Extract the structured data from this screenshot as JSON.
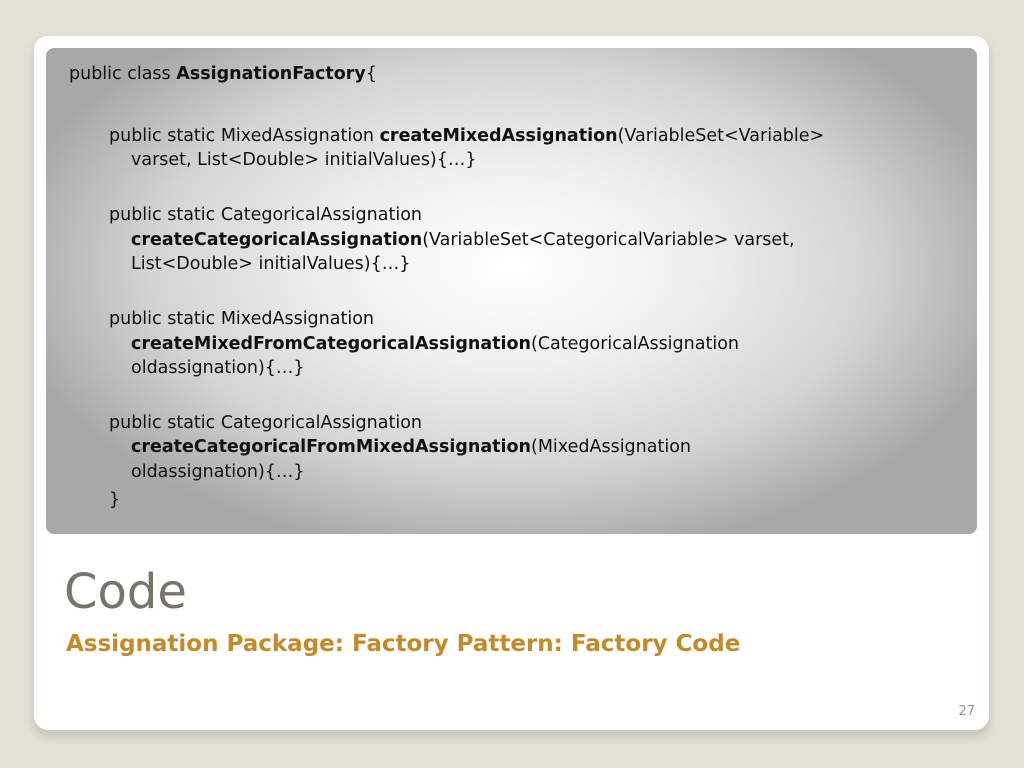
{
  "code": {
    "class_prefix": "public class ",
    "class_name": "AssignationFactory",
    "class_open": "{",
    "methods": [
      {
        "line1_prefix": "public static MixedAssignation ",
        "line1_bold": "createMixedAssignation",
        "line1_suffix": "(VariableSet<Variable>",
        "line2": "varset, List<Double> initialValues){…}"
      },
      {
        "line1": "public static CategoricalAssignation",
        "line2_bold": "createCategoricalAssignation",
        "line2_suffix": "(VariableSet<CategoricalVariable> varset,",
        "line3": "List<Double> initialValues){…}"
      },
      {
        "line1": "public static MixedAssignation",
        "line2_bold": "createMixedFromCategoricalAssignation",
        "line2_suffix": "(CategoricalAssignation",
        "line3": "oldassignation){…}"
      },
      {
        "line1": "public static CategoricalAssignation",
        "line2_bold": "createCategoricalFromMixedAssignation",
        "line2_suffix": "(MixedAssignation",
        "line3": "oldassignation){…}"
      }
    ],
    "class_close": "}"
  },
  "slide": {
    "title": "Code",
    "subtitle": "Assignation Package: Factory Pattern: Factory Code",
    "page_number": "27"
  },
  "colors": {
    "title": "#77746c",
    "subtitle": "#c48a2a",
    "background": "#e4e0d6"
  }
}
